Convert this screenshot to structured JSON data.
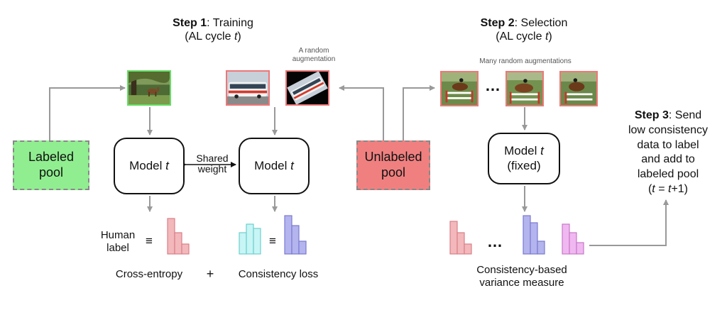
{
  "step1": {
    "bold": "Step 1",
    "rest": ": Training",
    "cycle_pre": "(AL cycle ",
    "cycle_var": "t",
    "cycle_post": ")"
  },
  "step2": {
    "bold": "Step 2",
    "rest": ": Selection",
    "cycle_pre": "(AL cycle ",
    "cycle_var": "t",
    "cycle_post": ")"
  },
  "step3": {
    "bold": "Step 3",
    "rest": ": Send",
    "lines": [
      "low consistency",
      "data to label",
      "and add to",
      "labeled pool"
    ],
    "formula_pre": "(",
    "formula_var1": "t",
    "formula_eq": " = ",
    "formula_var2": "t",
    "formula_post": "+1)"
  },
  "random_aug_label": [
    "A random",
    "augmentation"
  ],
  "many_aug_label": "Many random augmentations",
  "labeled_pool": [
    "Labeled",
    "pool"
  ],
  "unlabeled_pool": [
    "Unlabeled",
    "pool"
  ],
  "model1": {
    "pre": "Model ",
    "var": "t"
  },
  "model2": {
    "pre": "Model ",
    "var": "t"
  },
  "model3": {
    "pre": "Model ",
    "var": "t",
    "sub": "(fixed)"
  },
  "shared_weight": [
    "Shared",
    "weight"
  ],
  "human_label": [
    "Human",
    "label"
  ],
  "equiv": "≡",
  "cross_entropy": "Cross-entropy",
  "plus": "+",
  "consistency_loss": "Consistency loss",
  "variance_measure": [
    "Consistency-based",
    "variance measure"
  ],
  "ellipsis": "…",
  "colors": {
    "labeled_fill": "#90ee90",
    "unlabeled_fill": "#f08080",
    "pink": "#f2b8bb",
    "cyan": "#c8f5f5",
    "purple": "#b4b4ee",
    "magenta": "#f0b8f0",
    "arrow": "#999999",
    "green_border": "#66dd66",
    "red_border": "#ee7777"
  },
  "icons": [
    "deer-photo",
    "bus-photo",
    "rotated-bus-photo",
    "horse-jump-photo"
  ]
}
